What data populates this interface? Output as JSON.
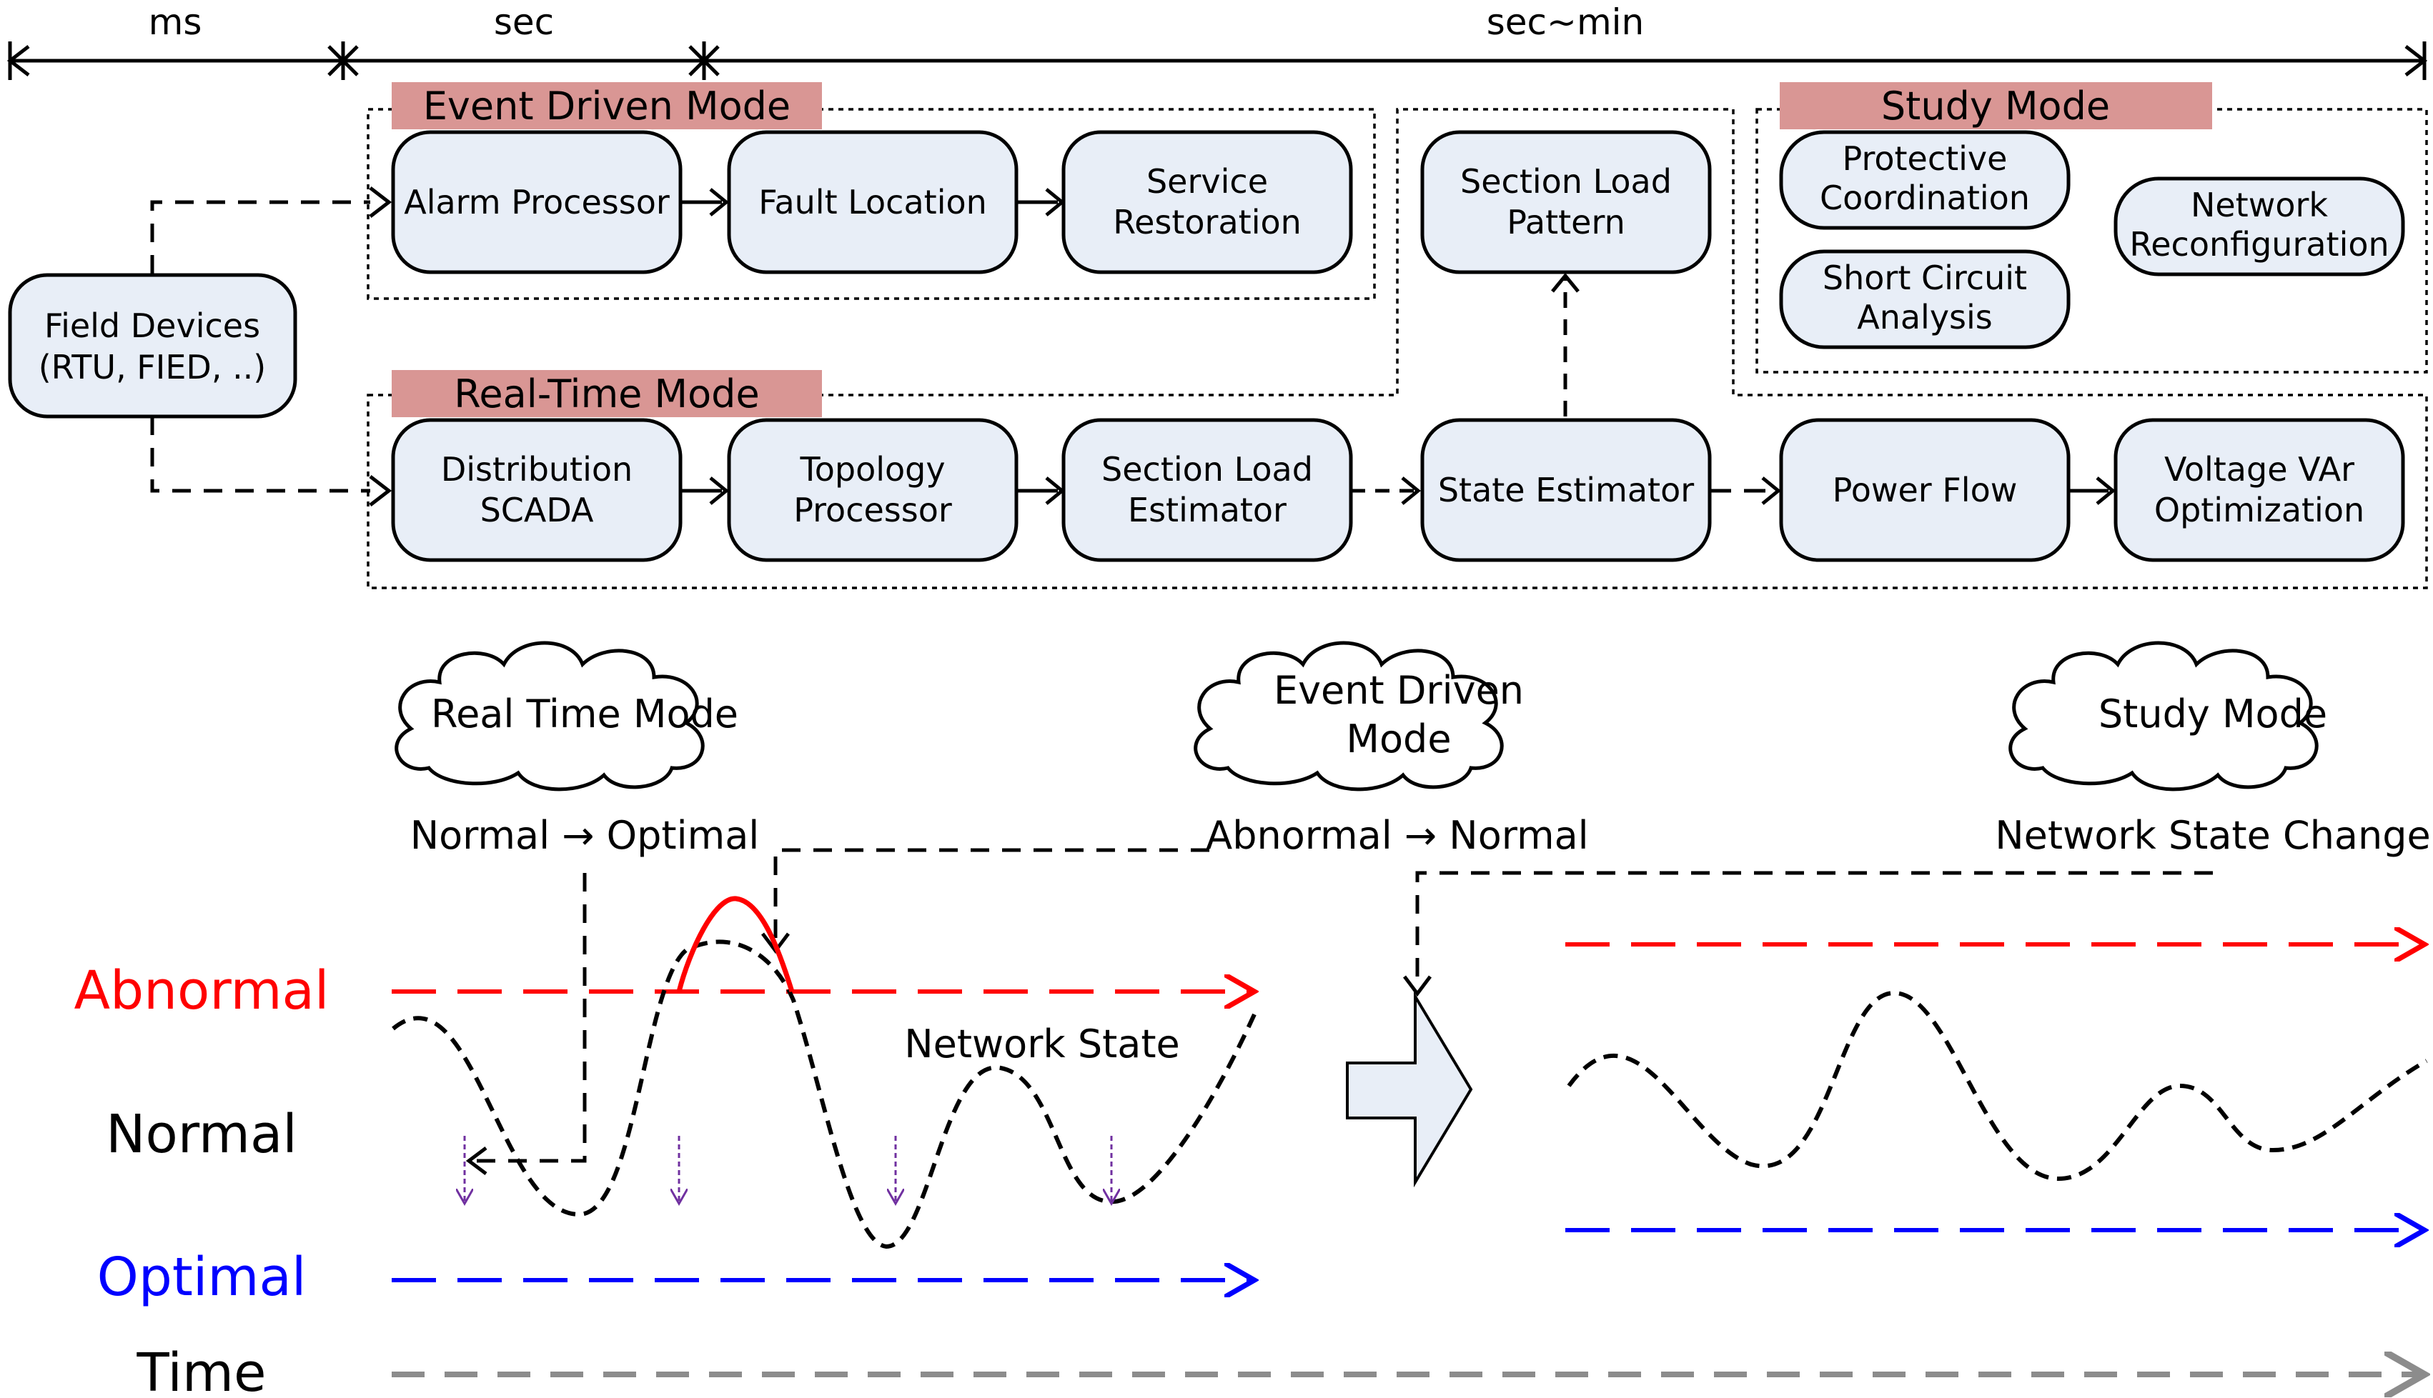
{
  "timescale": {
    "ms": "ms",
    "sec": "sec",
    "secmin": "sec~min"
  },
  "tags": {
    "event_driven": "Event Driven Mode",
    "real_time": "Real-Time Mode",
    "study": "Study Mode"
  },
  "boxes": {
    "field_devices": [
      "Field Devices",
      "(RTU, FIED, ..)"
    ],
    "alarm_processor": [
      "Alarm Processor"
    ],
    "fault_location": [
      "Fault Location"
    ],
    "service_restoration": [
      "Service",
      "Restoration"
    ],
    "section_load_pattern": [
      "Section Load",
      "Pattern"
    ],
    "protective_coordination": [
      "Protective",
      "Coordination"
    ],
    "short_circuit": [
      "Short Circuit",
      "Analysis"
    ],
    "network_reconfiguration": [
      "Network",
      "Reconfiguration"
    ],
    "distribution_scada": [
      "Distribution",
      "SCADA"
    ],
    "topology_processor": [
      "Topology",
      "Processor"
    ],
    "section_load_estimator": [
      "Section Load",
      "Estimator"
    ],
    "state_estimator": [
      "State Estimator"
    ],
    "power_flow": [
      "Power Flow"
    ],
    "voltage_var": [
      "Voltage VAr",
      "Optimization"
    ]
  },
  "clouds": {
    "real_time": [
      "Real Time Mode"
    ],
    "event_driven": [
      "Event Driven",
      "Mode"
    ],
    "study": [
      "Study Mode"
    ]
  },
  "transitions": {
    "normal_optimal": "Normal → Optimal",
    "abnormal_normal": "Abnormal → Normal",
    "network_change": "Network State Change"
  },
  "levels": {
    "abnormal": "Abnormal",
    "normal": "Normal",
    "optimal": "Optimal",
    "time": "Time"
  },
  "network_state_label": "Network State",
  "colors": {
    "abnormal": "#ff0000",
    "optimal": "#0000ff",
    "time": "#8c8c8c",
    "box_fill": "#e8eef7",
    "tag_fill": "#d99694",
    "marker": "#7030a0"
  }
}
